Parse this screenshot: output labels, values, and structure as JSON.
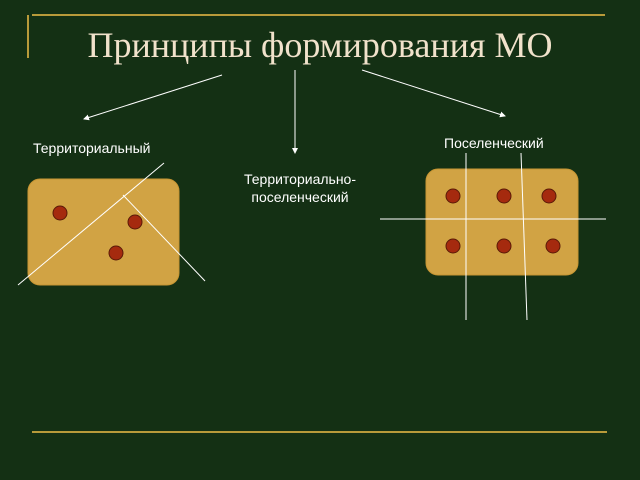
{
  "title": "Принципы формирования МО",
  "labels": {
    "territorial": "Территориальный",
    "mixed": "Территориально-поселенческий",
    "settlement": "Поселенческий"
  },
  "colors": {
    "background": "#143014",
    "title": "#f1e2cb",
    "box": "#d1a344",
    "dot": "#a52a0e",
    "rule": "#b89a3a",
    "line": "#ffffff"
  }
}
